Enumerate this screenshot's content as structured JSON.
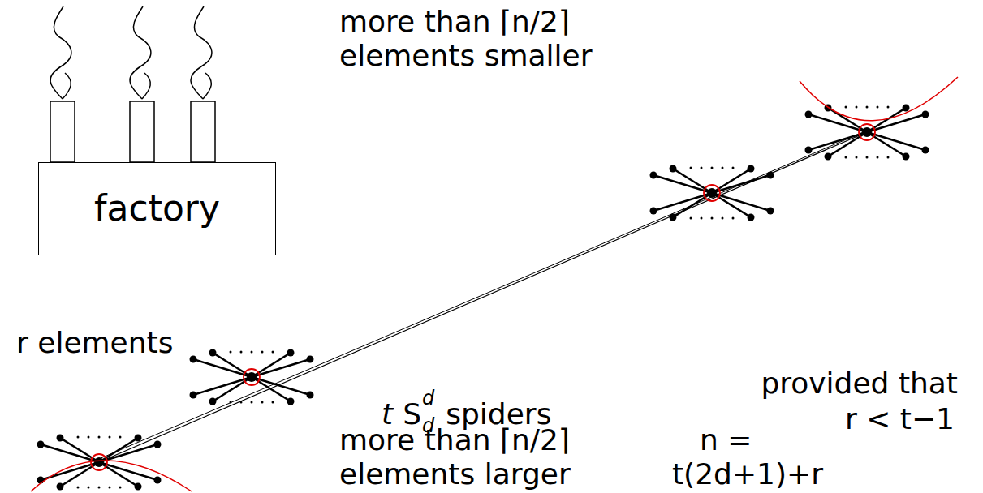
{
  "diagram": {
    "nodes": [
      {
        "text": [
          "factory"
        ]
      }
    ],
    "labels": [
      "more than ⌈n/2⌉",
      "elements smaller",
      "r elements",
      "t",
      "S",
      "d",
      "d",
      "spiders",
      "provided that",
      "r < t−1",
      "more than ⌈n/2⌉",
      "elements larger",
      "n =",
      "t(2d+1)+r"
    ]
  }
}
